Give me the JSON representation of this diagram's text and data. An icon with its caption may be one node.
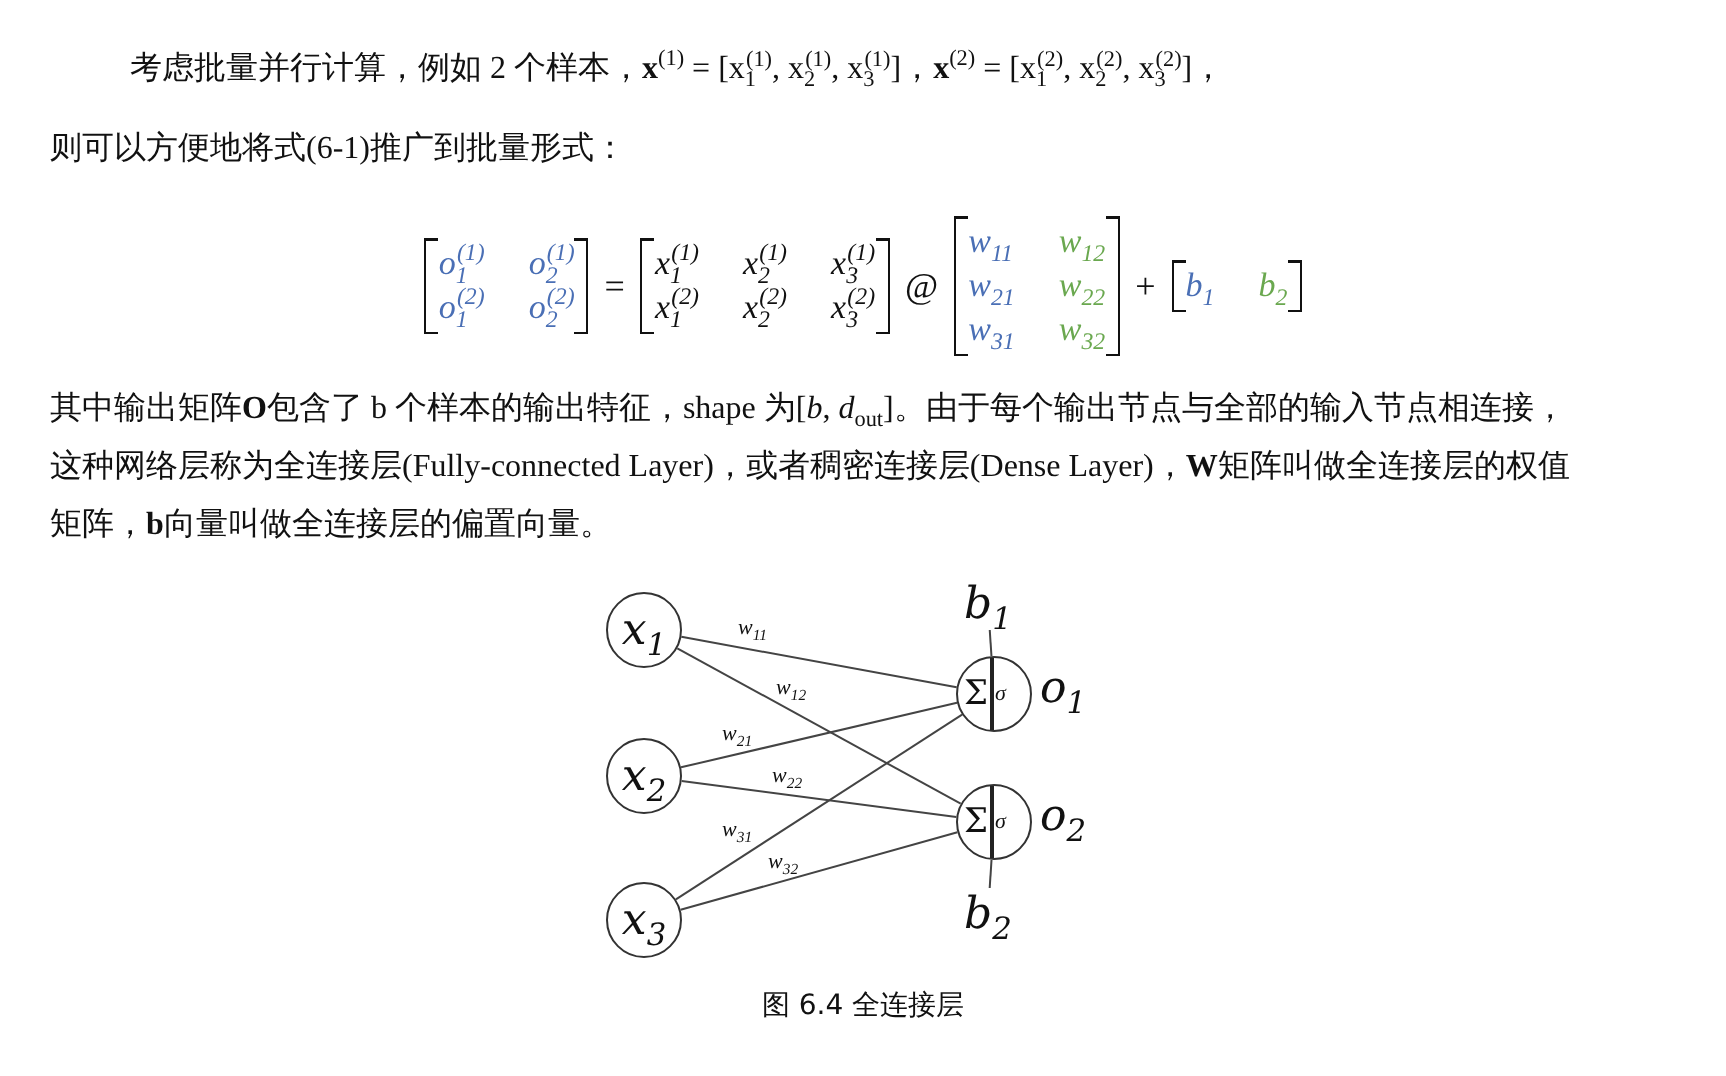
{
  "diagram": {
    "caption": "图 6.4 全连接层",
    "nodes": [
      {
        "text": [
          "x$_{1}$"
        ]
      },
      {
        "text": [
          "x$_{2}$"
        ]
      },
      {
        "text": [
          "x$_{3}$"
        ]
      },
      {
        "text": [
          "b$_{1}$"
        ]
      },
      {
        "text": [
          "Σ",
          "σ"
        ],
        "beside": [
          "o$_{1}$"
        ]
      },
      {
        "text": [
          "Σ",
          "σ"
        ],
        "beside": [
          "o$_{2}$"
        ]
      },
      {
        "text": [
          "b$_{2}$"
        ]
      }
    ],
    "edges": [
      {
        "from": 0,
        "to": 4,
        "arrow": "none",
        "label": "w$_{11}$"
      },
      {
        "from": 0,
        "to": 5,
        "arrow": "none",
        "label": "w$_{12}$"
      },
      {
        "from": 1,
        "to": 4,
        "arrow": "none",
        "label": "w$_{21}$"
      },
      {
        "from": 1,
        "to": 5,
        "arrow": "none",
        "label": "w$_{22}$"
      },
      {
        "from": 2,
        "to": 4,
        "arrow": "none",
        "label": "w$_{31}$"
      },
      {
        "from": 2,
        "to": 5,
        "arrow": "none",
        "label": "w$_{32}$"
      },
      {
        "from": 3,
        "to": 4,
        "arrow": "none"
      },
      {
        "from": 6,
        "to": 5,
        "arrow": "none"
      }
    ],
    "labels": [
      "考虑批量并行计算，例如 2 个样本，**x**$^{(1)}$ = [x$_{1}$$^{(1)}$, x$_{2}$$^{(1)}$, x$_{3}$$^{(1)}$]，**x**$^{(2)}$ = [x$_{1}$$^{(2)}$, x$_{2}$$^{(2)}$, x$_{3}$$^{(2)}$]，",
      "则可以方便地将式(6-1)推广到批量形式：",
      "o$_{1}$$^{(1)}$",
      "o$_{2}$$^{(1)}$",
      "o$_{1}$$^{(2)}$",
      "o$_{2}$$^{(2)}$",
      "=",
      "x$_{1}$$^{(1)}$",
      "x$_{2}$$^{(1)}$",
      "x$_{3}$$^{(1)}$",
      "x$_{1}$$^{(2)}$",
      "x$_{2}$$^{(2)}$",
      "x$_{3}$$^{(2)}$",
      "@",
      "w$_{11}$",
      "w$_{12}$",
      "w$_{21}$",
      "w$_{22}$",
      "w$_{31}$",
      "w$_{32}$",
      "+",
      "b$_{1}$",
      "b$_{2}$",
      "其中输出矩阵**O**包含了 b 个样本的输出特征，shape 为[*b*, *d*$_{out}$]。由于每个输出节点与全部的输入节点相连接，这种网络层称为全连接层(Fully-connected Layer)，或者稠密连接层(Dense Layer)，**W**矩阵叫做全连接层的权值矩阵，**b**向量叫做全连接层的偏置向量。"
    ]
  }
}
